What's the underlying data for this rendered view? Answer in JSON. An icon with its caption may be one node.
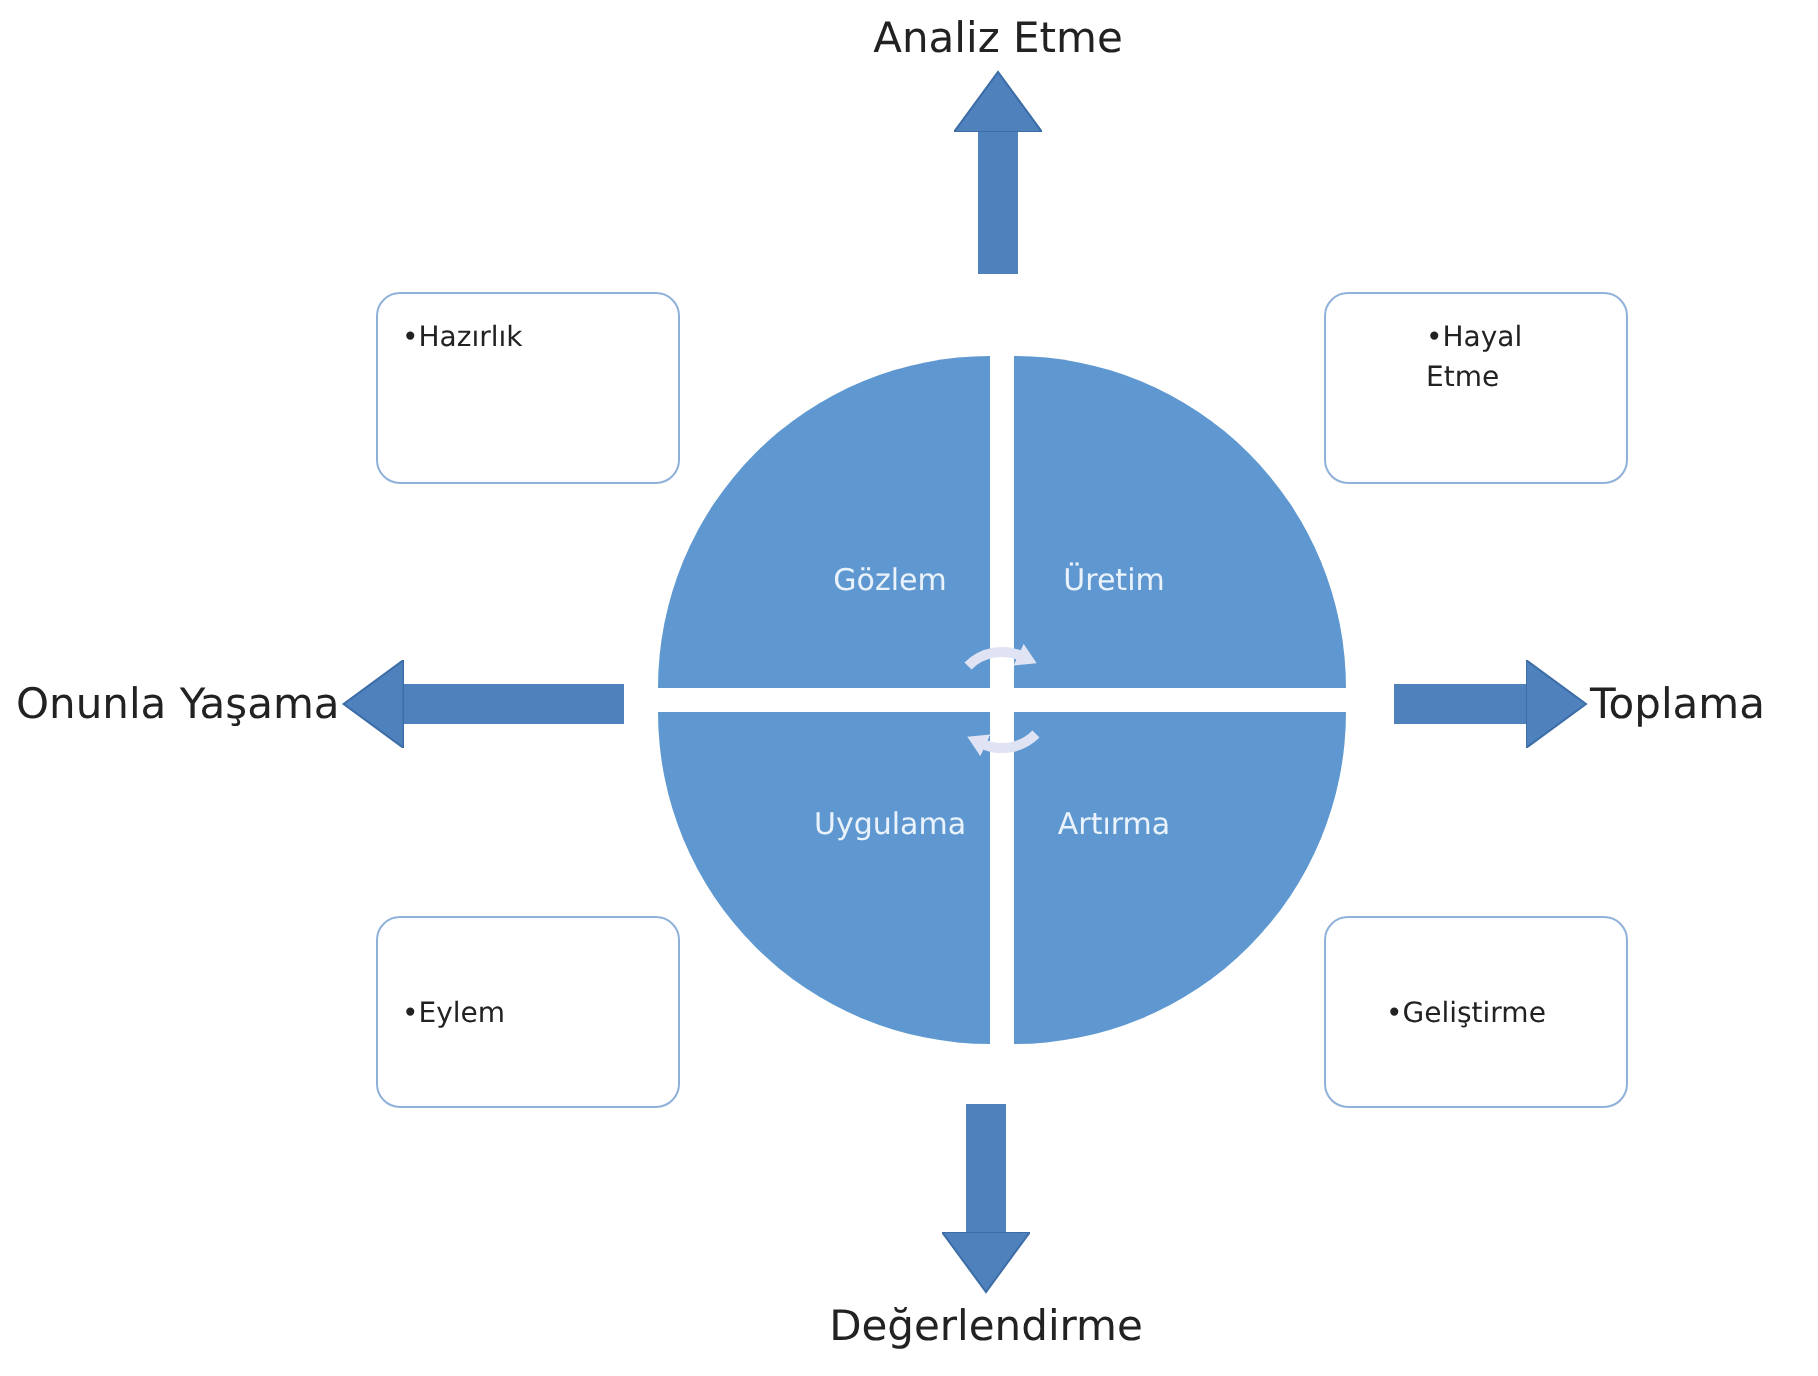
{
  "diagram": {
    "nodes": [
      {
        "text": [
          "Analiz Etme"
        ]
      },
      {
        "text": [
          "•Hazırlık"
        ]
      },
      {
        "text": [
          "•Hayal Etme"
        ]
      },
      {
        "text": [
          "Gözlem"
        ]
      },
      {
        "text": [
          "Üretim"
        ]
      },
      {
        "text": [
          "Onunla Yaşama"
        ]
      },
      {
        "text": [
          "Toplama"
        ]
      },
      {
        "text": [
          "Uygulama"
        ]
      },
      {
        "text": [
          "Artırma"
        ]
      },
      {
        "text": [
          "•Eylem"
        ]
      },
      {
        "text": [
          "•Geliştirme"
        ]
      },
      {
        "text": [
          "Değerlendirme"
        ]
      }
    ],
    "edges": [
      {
        "from": null,
        "to": 0,
        "arrow": "to"
      },
      {
        "from": null,
        "to": 5,
        "arrow": "to"
      },
      {
        "from": null,
        "to": 6,
        "arrow": "to"
      },
      {
        "from": null,
        "to": 11,
        "arrow": "to"
      },
      {
        "from": 3,
        "to": 4,
        "arrow": "to",
        "color": "#dfe3f3"
      },
      {
        "from": 8,
        "to": 7,
        "arrow": "to",
        "color": "#dfe3f3"
      }
    ]
  }
}
